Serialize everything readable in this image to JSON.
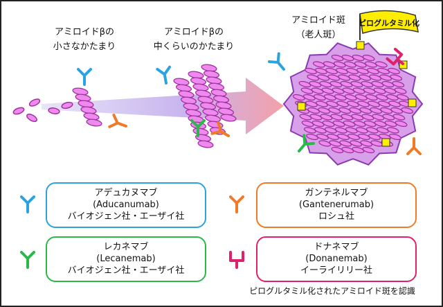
{
  "labels": {
    "small": [
      "アミロイドβの",
      "小さなかたまり"
    ],
    "medium": [
      "アミロイドβの",
      "中くらいのかたまり"
    ],
    "plaque": [
      "アミロイド斑",
      "（老人斑）"
    ],
    "flag": "ピログルタミル化"
  },
  "antibodies": [
    {
      "name": "アデュカヌマブ",
      "en": "(Aducanumab)",
      "company": "バイオジェン社・エーザイ社",
      "color": "#2aa3e0"
    },
    {
      "name": "ガンテネルマブ",
      "en": "(Gantenerumab)",
      "company": "ロシュ社",
      "color": "#f07a25"
    },
    {
      "name": "レカネマブ",
      "en": "(Lecanemab)",
      "company": "バイオジェン社・エーザイ社",
      "color": "#2ab84a"
    },
    {
      "name": "ドナネマブ",
      "en": "(Donanemab)",
      "company": "イーライリリー社",
      "color": "#e0206a"
    }
  ],
  "note": "ピログルタミル化されたアミロイド斑を認識",
  "colors": {
    "beta_fill": "#ee8aee",
    "beta_stroke": "#a030a0",
    "plaque_fill": "#d8a0e8",
    "flag": "#ffee00"
  }
}
